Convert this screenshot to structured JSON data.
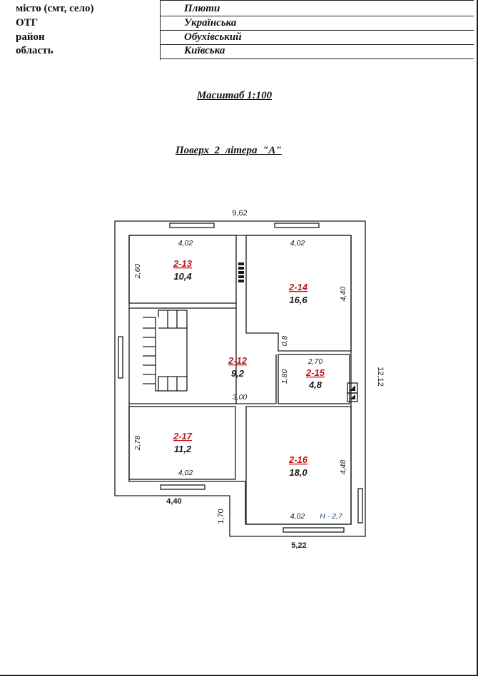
{
  "header": {
    "rows": [
      {
        "label": "місто (смт, село)",
        "value": "Плюти"
      },
      {
        "label": "ОТГ",
        "value": "Українська"
      },
      {
        "label": "район",
        "value": "Обухівський"
      },
      {
        "label": "область",
        "value": "Київська"
      }
    ]
  },
  "scale_title": "Масштаб 1:100",
  "floor_title": "Поверх  2  літера  \"А\"",
  "plan": {
    "overall": {
      "top_width": "9,62",
      "right_height": "12,12",
      "bottom_left": "4,40",
      "bottom_right": "5,22",
      "step": "1,70"
    },
    "rooms": [
      {
        "id": "2-13",
        "area": "10,4",
        "width": "4,02",
        "height": "2,60"
      },
      {
        "id": "2-14",
        "area": "16,6",
        "width": "4,02",
        "height": "4,40"
      },
      {
        "id": "2-12",
        "area": "9,2",
        "width": "3,00",
        "height": "0,8"
      },
      {
        "id": "2-15",
        "area": "4,8",
        "width": "2,70",
        "height": "1,80"
      },
      {
        "id": "2-17",
        "area": "11,2",
        "width": "4,02",
        "height": "2,78"
      },
      {
        "id": "2-16",
        "area": "18,0",
        "width": "4,02",
        "height": "4,48"
      }
    ],
    "ceiling_height": "Н - 2,7",
    "colors": {
      "room_id": "#c0161b",
      "ceiling": "#1a3c8c",
      "wall": "#1a1a1a"
    }
  }
}
